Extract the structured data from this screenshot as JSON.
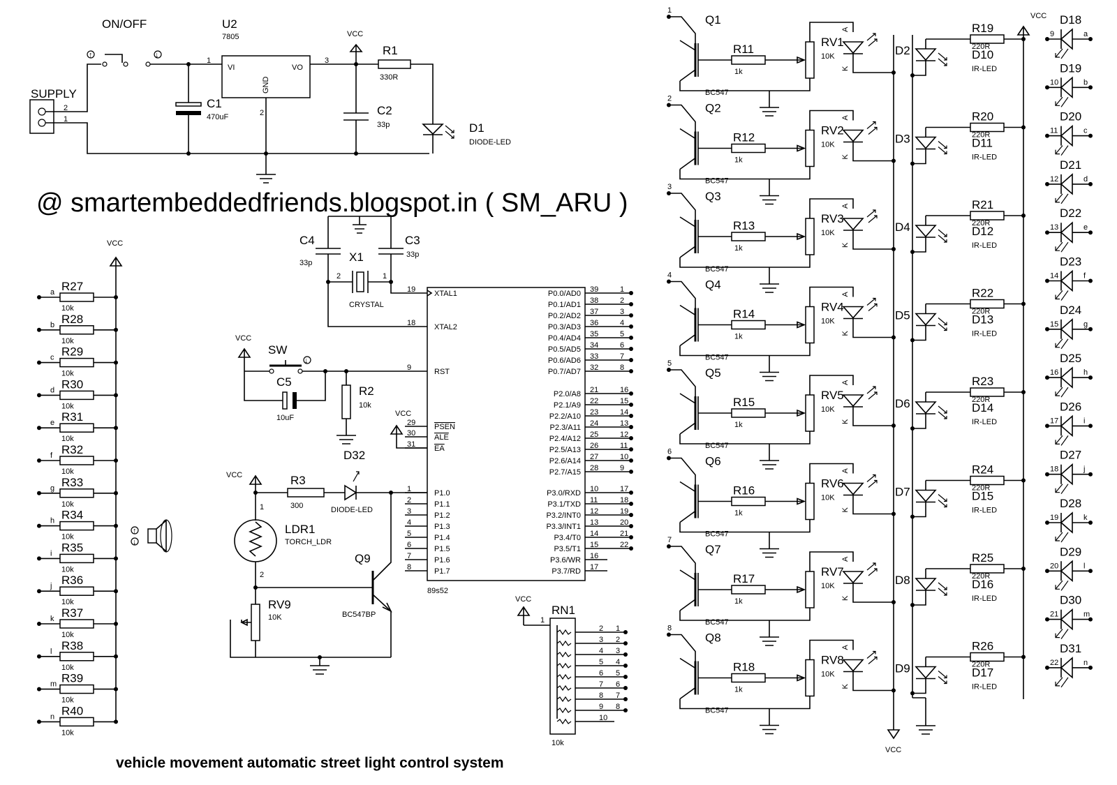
{
  "watermark": "@ smartembeddedfriends.blogspot.in ( SM_ARU )",
  "title": "vehicle movement automatic street light control system",
  "supply": {
    "label": "SUPPLY",
    "pin1": "1",
    "pin2": "2"
  },
  "switch_onoff": {
    "label": "ON/OFF"
  },
  "regulator": {
    "ref": "U2",
    "part": "7805",
    "vi": "VI",
    "vo": "VO",
    "gnd": "GND",
    "pin1": "1",
    "pin2": "2",
    "pin3": "3"
  },
  "c1": {
    "ref": "C1",
    "value": "470uF"
  },
  "c2": {
    "ref": "C2",
    "value": "33p"
  },
  "r1": {
    "ref": "R1",
    "value": "330R"
  },
  "d1": {
    "ref": "D1",
    "value": "DIODE-LED"
  },
  "vcc": "VCC",
  "crystal": {
    "ref": "X1",
    "value": "CRYSTAL",
    "pin1": "1",
    "pin2": "2"
  },
  "c3": {
    "ref": "C3",
    "value": "33p"
  },
  "c4": {
    "ref": "C4",
    "value": "33p"
  },
  "c5": {
    "ref": "C5",
    "value": "10uF"
  },
  "sw": {
    "ref": "SW"
  },
  "r2": {
    "ref": "R2",
    "value": "10k"
  },
  "r3": {
    "ref": "R3",
    "value": "300"
  },
  "d32": {
    "ref": "D32",
    "value": "DIODE-LED"
  },
  "ldr": {
    "ref": "LDR1",
    "value": "TORCH_LDR",
    "pin1": "1",
    "pin2": "2"
  },
  "q9": {
    "ref": "Q9",
    "value": "BC547BP"
  },
  "rv9": {
    "ref": "RV9",
    "value": "10K"
  },
  "mcu": {
    "part": "89s52",
    "left_pins": [
      {
        "num": "19",
        "name": "XTAL1"
      },
      {
        "num": "18",
        "name": "XTAL2"
      },
      {
        "num": "9",
        "name": "RST"
      },
      {
        "num": "29",
        "name": "PSEN"
      },
      {
        "num": "30",
        "name": "ALE"
      },
      {
        "num": "31",
        "name": "EA"
      },
      {
        "num": "1",
        "name": "P1.0"
      },
      {
        "num": "2",
        "name": "P1.1"
      },
      {
        "num": "3",
        "name": "P1.2"
      },
      {
        "num": "4",
        "name": "P1.3"
      },
      {
        "num": "5",
        "name": "P1.4"
      },
      {
        "num": "6",
        "name": "P1.5"
      },
      {
        "num": "7",
        "name": "P1.6"
      },
      {
        "num": "8",
        "name": "P1.7"
      }
    ],
    "right_pins": [
      {
        "num": "39",
        "name": "P0.0/AD0",
        "net": "1"
      },
      {
        "num": "38",
        "name": "P0.1/AD1",
        "net": "2"
      },
      {
        "num": "37",
        "name": "P0.2/AD2",
        "net": "3"
      },
      {
        "num": "36",
        "name": "P0.3/AD3",
        "net": "4"
      },
      {
        "num": "35",
        "name": "P0.4/AD4",
        "net": "5"
      },
      {
        "num": "34",
        "name": "P0.5/AD5",
        "net": "6"
      },
      {
        "num": "33",
        "name": "P0.6/AD6",
        "net": "7"
      },
      {
        "num": "32",
        "name": "P0.7/AD7",
        "net": "8"
      },
      {
        "num": "21",
        "name": "P2.0/A8",
        "net": "16"
      },
      {
        "num": "22",
        "name": "P2.1/A9",
        "net": "15"
      },
      {
        "num": "23",
        "name": "P2.2/A10",
        "net": "14"
      },
      {
        "num": "24",
        "name": "P2.3/A11",
        "net": "13"
      },
      {
        "num": "25",
        "name": "P2.4/A12",
        "net": "12"
      },
      {
        "num": "26",
        "name": "P2.5/A13",
        "net": "11"
      },
      {
        "num": "27",
        "name": "P2.6/A14",
        "net": "10"
      },
      {
        "num": "28",
        "name": "P2.7/A15",
        "net": "9"
      },
      {
        "num": "10",
        "name": "P3.0/RXD",
        "net": "17"
      },
      {
        "num": "11",
        "name": "P3.1/TXD",
        "net": "18"
      },
      {
        "num": "12",
        "name": "P3.2/INT0",
        "net": "19"
      },
      {
        "num": "13",
        "name": "P3.3/INT1",
        "net": "20"
      },
      {
        "num": "14",
        "name": "P3.4/T0",
        "net": "21"
      },
      {
        "num": "15",
        "name": "P3.5/T1",
        "net": "22"
      },
      {
        "num": "16",
        "name": "P3.6/WR",
        "net": ""
      },
      {
        "num": "17",
        "name": "P3.7/RD",
        "net": ""
      }
    ]
  },
  "rn1": {
    "ref": "RN1",
    "value": "10k",
    "pin1": "1",
    "pins": [
      "2",
      "3",
      "4",
      "5",
      "6",
      "7",
      "8",
      "9",
      "10"
    ],
    "nets": [
      "1",
      "2",
      "3",
      "4",
      "5",
      "6",
      "7",
      "8",
      ""
    ]
  },
  "seg_resistors": [
    {
      "ref": "R27",
      "value": "10k",
      "net": "a"
    },
    {
      "ref": "R28",
      "value": "10k",
      "net": "b"
    },
    {
      "ref": "R29",
      "value": "10k",
      "net": "c"
    },
    {
      "ref": "R30",
      "value": "10k",
      "net": "d"
    },
    {
      "ref": "R31",
      "value": "10k",
      "net": "e"
    },
    {
      "ref": "R32",
      "value": "10k",
      "net": "f"
    },
    {
      "ref": "R33",
      "value": "10k",
      "net": "g"
    },
    {
      "ref": "R34",
      "value": "10k",
      "net": "h"
    },
    {
      "ref": "R35",
      "value": "10k",
      "net": "i"
    },
    {
      "ref": "R36",
      "value": "10k",
      "net": "j"
    },
    {
      "ref": "R37",
      "value": "10k",
      "net": "k"
    },
    {
      "ref": "R38",
      "value": "10k",
      "net": "l"
    },
    {
      "ref": "R39",
      "value": "10k",
      "net": "m"
    },
    {
      "ref": "R40",
      "value": "10k",
      "net": "n"
    }
  ],
  "stages": [
    {
      "net": "1",
      "q": "Q1",
      "qval": "BC547",
      "r": "R11",
      "rval": "1k",
      "rv": "RV1",
      "rvval": "10K",
      "d": "D2"
    },
    {
      "net": "2",
      "q": "Q2",
      "qval": "BC547",
      "r": "R12",
      "rval": "1k",
      "rv": "RV2",
      "rvval": "10K",
      "d": "D3"
    },
    {
      "net": "3",
      "q": "Q3",
      "qval": "BC547",
      "r": "R13",
      "rval": "1k",
      "rv": "RV3",
      "rvval": "10K",
      "d": "D4"
    },
    {
      "net": "4",
      "q": "Q4",
      "qval": "BC547",
      "r": "R14",
      "rval": "1k",
      "rv": "RV4",
      "rvval": "10K",
      "d": "D5"
    },
    {
      "net": "5",
      "q": "Q5",
      "qval": "BC547",
      "r": "R15",
      "rval": "1k",
      "rv": "RV5",
      "rvval": "10K",
      "d": "D6"
    },
    {
      "net": "6",
      "q": "Q6",
      "qval": "BC547",
      "r": "R16",
      "rval": "1k",
      "rv": "RV6",
      "rvval": "10K",
      "d": "D7"
    },
    {
      "net": "7",
      "q": "Q7",
      "qval": "BC547",
      "r": "R17",
      "rval": "1k",
      "rv": "RV7",
      "rvval": "10K",
      "d": "D8"
    },
    {
      "net": "8",
      "q": "Q8",
      "qval": "BC547",
      "r": "R18",
      "rval": "1k",
      "rv": "RV8",
      "rvval": "10K",
      "d": "D9"
    }
  ],
  "led_anode": "A",
  "led_cathode": "K",
  "ir_stages": [
    {
      "r": "R19",
      "rval": "220R",
      "d": "D10",
      "dval": "IR-LED"
    },
    {
      "r": "R20",
      "rval": "220R",
      "d": "D11",
      "dval": "IR-LED"
    },
    {
      "r": "R21",
      "rval": "220R",
      "d": "D12",
      "dval": "IR-LED"
    },
    {
      "r": "R22",
      "rval": "220R",
      "d": "D13",
      "dval": "IR-LED"
    },
    {
      "r": "R23",
      "rval": "220R",
      "d": "D14",
      "dval": "IR-LED"
    },
    {
      "r": "R24",
      "rval": "220R",
      "d": "D15",
      "dval": "IR-LED"
    },
    {
      "r": "R25",
      "rval": "220R",
      "d": "D16",
      "dval": "IR-LED"
    },
    {
      "r": "R26",
      "rval": "220R",
      "d": "D17",
      "dval": "IR-LED"
    }
  ],
  "rx_leds": [
    {
      "ref": "D18",
      "pin": "9",
      "net": "a"
    },
    {
      "ref": "D19",
      "pin": "10",
      "net": "b"
    },
    {
      "ref": "D20",
      "pin": "11",
      "net": "c"
    },
    {
      "ref": "D21",
      "pin": "12",
      "net": "d"
    },
    {
      "ref": "D22",
      "pin": "13",
      "net": "e"
    },
    {
      "ref": "D23",
      "pin": "14",
      "net": "f"
    },
    {
      "ref": "D24",
      "pin": "15",
      "net": "g"
    },
    {
      "ref": "D25",
      "pin": "16",
      "net": "h"
    },
    {
      "ref": "D26",
      "pin": "17",
      "net": "i"
    },
    {
      "ref": "D27",
      "pin": "18",
      "net": "j"
    },
    {
      "ref": "D28",
      "pin": "19",
      "net": "k"
    },
    {
      "ref": "D29",
      "pin": "20",
      "net": "l"
    },
    {
      "ref": "D30",
      "pin": "21",
      "net": "m"
    },
    {
      "ref": "D31",
      "pin": "22",
      "net": "n"
    }
  ]
}
